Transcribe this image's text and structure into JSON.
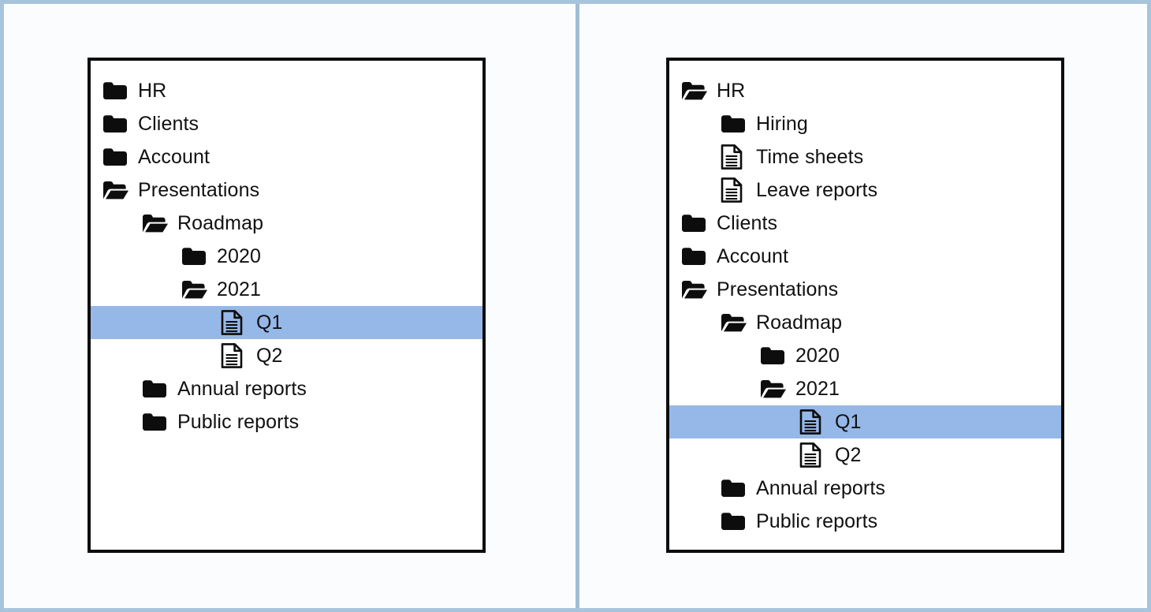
{
  "colors": {
    "outer_frame": "#a8c4dd",
    "divider": "#9fbdd4",
    "page_background": "#fafcfe",
    "panel_background": "#ffffff",
    "panel_border": "#0d0d0d",
    "selection_highlight": "#96b8e8",
    "text": "#111111"
  },
  "panels": [
    {
      "id": "before",
      "rows": [
        {
          "label": "HR",
          "icon": "folder-closed-icon",
          "indent": 0,
          "selected": false
        },
        {
          "label": "Clients",
          "icon": "folder-closed-icon",
          "indent": 0,
          "selected": false
        },
        {
          "label": "Account",
          "icon": "folder-closed-icon",
          "indent": 0,
          "selected": false
        },
        {
          "label": "Presentations",
          "icon": "folder-open-icon",
          "indent": 0,
          "selected": false
        },
        {
          "label": "Roadmap",
          "icon": "folder-open-icon",
          "indent": 1,
          "selected": false
        },
        {
          "label": "2020",
          "icon": "folder-closed-icon",
          "indent": 2,
          "selected": false
        },
        {
          "label": "2021",
          "icon": "folder-open-icon",
          "indent": 2,
          "selected": false
        },
        {
          "label": "Q1",
          "icon": "file-document-icon",
          "indent": 3,
          "selected": true
        },
        {
          "label": "Q2",
          "icon": "file-document-icon",
          "indent": 3,
          "selected": false
        },
        {
          "label": "Annual reports",
          "icon": "folder-closed-icon",
          "indent": 1,
          "selected": false
        },
        {
          "label": "Public reports",
          "icon": "folder-closed-icon",
          "indent": 1,
          "selected": false
        }
      ]
    },
    {
      "id": "after",
      "rows": [
        {
          "label": "HR",
          "icon": "folder-open-icon",
          "indent": 0,
          "selected": false
        },
        {
          "label": "Hiring",
          "icon": "folder-closed-icon",
          "indent": 1,
          "selected": false
        },
        {
          "label": "Time sheets",
          "icon": "file-document-icon",
          "indent": 1,
          "selected": false
        },
        {
          "label": "Leave reports",
          "icon": "file-document-icon",
          "indent": 1,
          "selected": false
        },
        {
          "label": "Clients",
          "icon": "folder-closed-icon",
          "indent": 0,
          "selected": false
        },
        {
          "label": "Account",
          "icon": "folder-closed-icon",
          "indent": 0,
          "selected": false
        },
        {
          "label": "Presentations",
          "icon": "folder-open-icon",
          "indent": 0,
          "selected": false
        },
        {
          "label": "Roadmap",
          "icon": "folder-open-icon",
          "indent": 1,
          "selected": false
        },
        {
          "label": "2020",
          "icon": "folder-closed-icon",
          "indent": 2,
          "selected": false
        },
        {
          "label": "2021",
          "icon": "folder-open-icon",
          "indent": 2,
          "selected": false
        },
        {
          "label": "Q1",
          "icon": "file-document-icon",
          "indent": 3,
          "selected": true
        },
        {
          "label": "Q2",
          "icon": "file-document-icon",
          "indent": 3,
          "selected": false
        },
        {
          "label": "Annual reports",
          "icon": "folder-closed-icon",
          "indent": 1,
          "selected": false
        },
        {
          "label": "Public reports",
          "icon": "folder-closed-icon",
          "indent": 1,
          "selected": false
        }
      ]
    }
  ]
}
